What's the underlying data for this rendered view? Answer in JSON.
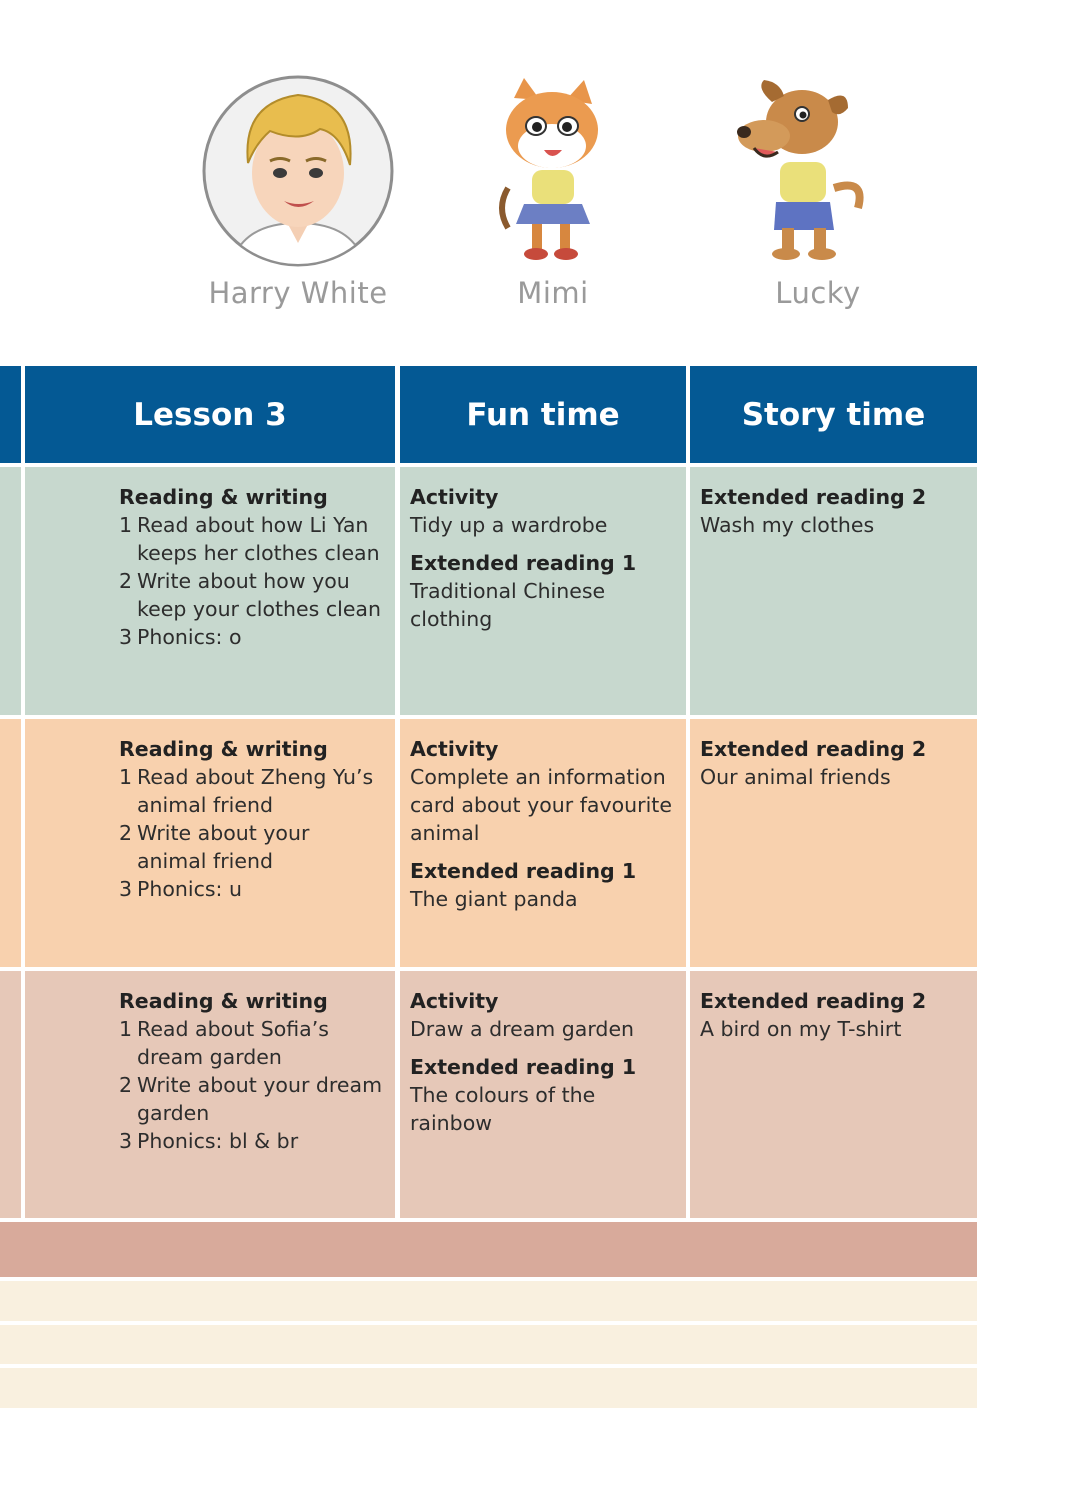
{
  "characters": [
    {
      "name": "Harry White",
      "icon": "boy-portrait-icon"
    },
    {
      "name": "Mimi",
      "icon": "cat-character-icon"
    },
    {
      "name": "Lucky",
      "icon": "dog-character-icon"
    }
  ],
  "headers": {
    "lesson3": "Lesson 3",
    "fun_time": "Fun time",
    "story_time": "Story time"
  },
  "rows": [
    {
      "lesson3": {
        "title": "Reading & writing",
        "items": [
          {
            "num": "1",
            "text": "Read about how Li Yan keeps her clothes clean"
          },
          {
            "num": "2",
            "text": "Write about how you keep your clothes clean"
          },
          {
            "num": "3",
            "text": "Phonics: o"
          }
        ]
      },
      "fun_time": {
        "activity_title": "Activity",
        "activity": "Tidy up a wardrobe",
        "ext_title": "Extended reading 1",
        "ext": "Traditional Chinese clothing"
      },
      "story_time": {
        "title": "Extended reading 2",
        "text": "Wash my clothes"
      }
    },
    {
      "lesson3": {
        "title": "Reading & writing",
        "items": [
          {
            "num": "1",
            "text": "Read about Zheng Yu’s animal friend"
          },
          {
            "num": "2",
            "text": "Write about your animal friend"
          },
          {
            "num": "3",
            "text": "Phonics: u"
          }
        ]
      },
      "fun_time": {
        "activity_title": "Activity",
        "activity": "Complete an information card about your favourite animal",
        "ext_title": "Extended reading 1",
        "ext": "The giant panda"
      },
      "story_time": {
        "title": "Extended reading 2",
        "text": "Our animal friends"
      }
    },
    {
      "lesson3": {
        "title": "Reading & writing",
        "items": [
          {
            "num": "1",
            "text": "Read about Sofia’s dream garden"
          },
          {
            "num": "2",
            "text": "Write about your dream garden"
          },
          {
            "num": "3",
            "text": "Phonics: bl & br"
          }
        ]
      },
      "fun_time": {
        "activity_title": "Activity",
        "activity": "Draw a dream garden",
        "ext_title": "Extended reading 1",
        "ext": "The colours of the rainbow"
      },
      "story_time": {
        "title": "Extended reading 2",
        "text": "A bird on my T-shirt"
      }
    }
  ],
  "colors": {
    "header": "#045994",
    "row1": "#c7d8ce",
    "row2": "#f8d1ae",
    "row3": "#e6c8b8",
    "band": "#d8aa9b",
    "cream": "#f9f0df"
  }
}
